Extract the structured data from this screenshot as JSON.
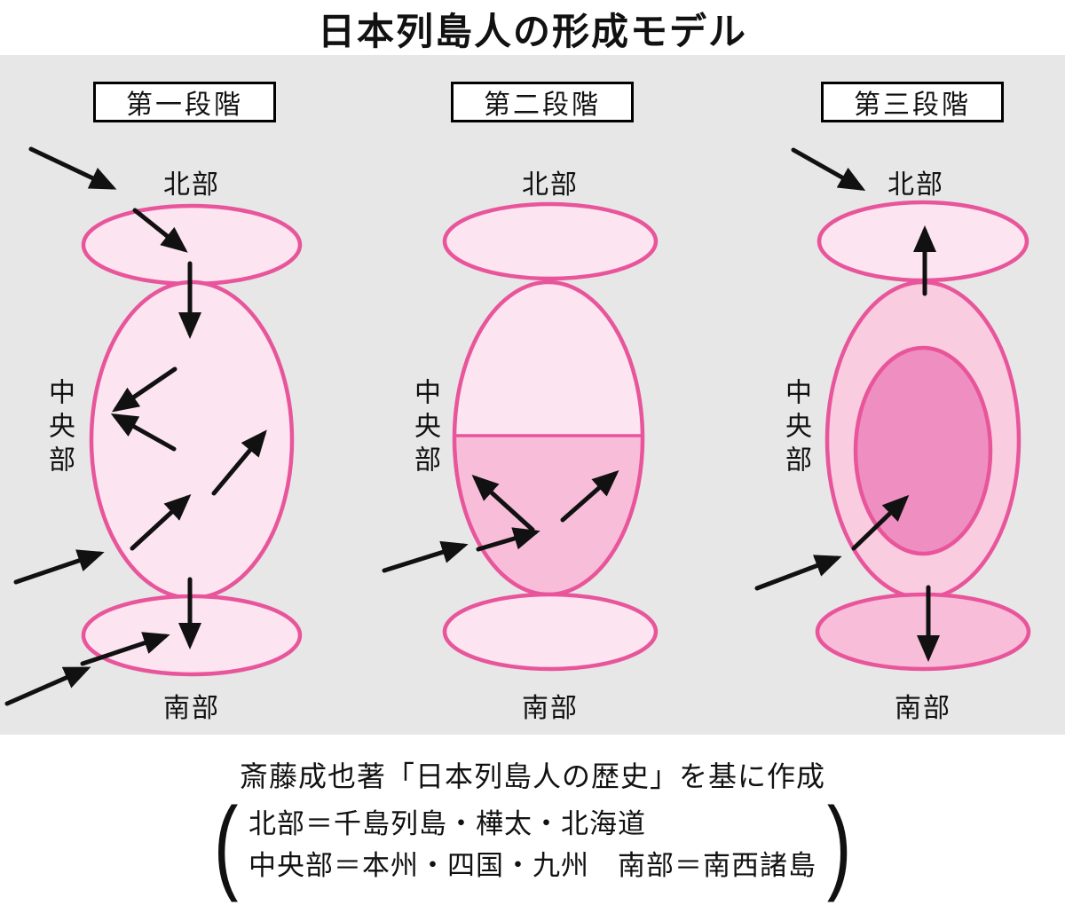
{
  "title": "日本列島人の形成モデル",
  "stages": [
    {
      "label": "第一段階"
    },
    {
      "label": "第二段階"
    },
    {
      "label": "第三段階"
    }
  ],
  "regions": {
    "north": "北部",
    "central": "中央部",
    "south": "南部"
  },
  "caption": {
    "source": "斎藤成也著「日本列島人の歴史」を基に作成",
    "paren_open": "(",
    "note_line1": "北部＝千島列島・樺太・北海道",
    "note_line2": "中央部＝本州・四国・九州　南部＝南西諸島",
    "paren_close": ")"
  },
  "colors": {
    "outline": "#e8559b",
    "light_fill": "#fce5f0",
    "medium_fill": "#f7bdd9",
    "stage3_outer_fill": "#f9cce0",
    "stage3_inner_fill": "#ee8ec1",
    "panel_bg": "#e7e7e8",
    "arrow": "#111111"
  }
}
